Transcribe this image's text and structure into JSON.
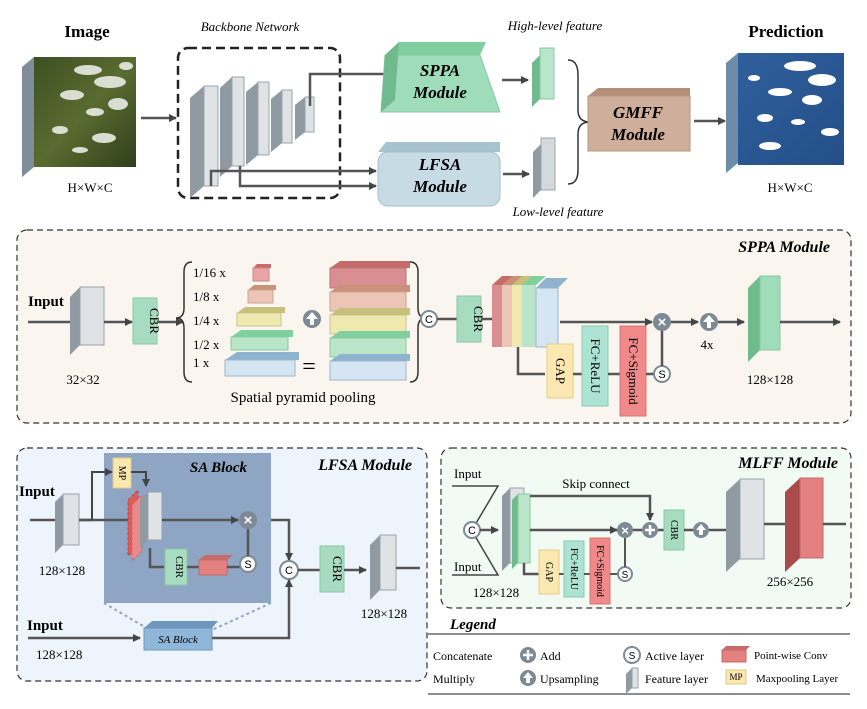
{
  "top": {
    "image_title": "Image",
    "image_size": "H×W×C",
    "backbone_label": "Backbone Network",
    "sppa_line1": "SPPA",
    "sppa_line2": "Module",
    "lfsa_line1": "LFSA",
    "lfsa_line2": "Module",
    "high_feature": "High-level feature",
    "low_feature": "Low-level feature",
    "gmff_line1": "GMFF",
    "gmff_line2": "Module",
    "prediction_title": "Prediction",
    "prediction_size": "H×W×C"
  },
  "sppa": {
    "title": "SPPA Module",
    "input": "Input",
    "input_size": "32×32",
    "cbr1": "CBR",
    "scales": [
      "1/16 x",
      "1/8 x",
      "1/4 x",
      "1/2 x",
      "1 x"
    ],
    "equals": "=",
    "pooling_caption": "Spatial pyramid pooling",
    "concat_symbol": "C",
    "cbr2": "CBR",
    "gap": "GAP",
    "fc_relu": "FC+ReLU",
    "fc_sigmoid": "FC+Sigmoid",
    "active_symbol": "S",
    "mult_symbol": "×",
    "upsample_factor": "4x",
    "output_size": "128×128"
  },
  "lfsa": {
    "title": "LFSA Module",
    "sa_block_title": "SA Block",
    "mp": "MP",
    "input1": "Input",
    "input1_size": "128×128",
    "cbr_inner": "CBR",
    "active_symbol": "S",
    "mult_symbol": "×",
    "concat_symbol": "C",
    "cbr_out": "CBR",
    "output_size": "128×128",
    "input2": "Input",
    "input2_size": "128×128",
    "sa_block_small": "SA Block"
  },
  "mlff": {
    "title": "MLFF Module",
    "input_top": "Input",
    "input_bottom": "Input",
    "concat_symbol": "C",
    "input_size": "128×128",
    "skip": "Skip connect",
    "gap": "GAP",
    "fc_relu": "FC+ReLU",
    "fc_sigmoid": "FC+Sigmoid",
    "active_symbol": "S",
    "mult_symbol": "×",
    "cbr": "CBR",
    "output_size": "256×256"
  },
  "legend": {
    "title": "Legend",
    "concatenate": "Concatenate",
    "multiply": "Multiply",
    "add": "Add",
    "upsampling": "Upsampling",
    "active_layer": "Active layer",
    "feature_layer": "Feature layer",
    "pointwise": "Point-wise Conv",
    "maxpool": "Maxpooling Layer",
    "mp": "MP"
  },
  "colors": {
    "cbr_green": "#a8dcc0",
    "sppa_green": "#9fdcb9",
    "lfsa_blue": "#c7dbe5",
    "gmff_brown": "#cfae9c",
    "gap_yellow": "#fbe7b0",
    "fc_sigmoid_red": "#f08a8a",
    "sa_block_blue": "#8ea5c4",
    "panel_beige": "#faf6ef",
    "panel_blue": "#eef4fb",
    "panel_green": "#f1faf3"
  }
}
